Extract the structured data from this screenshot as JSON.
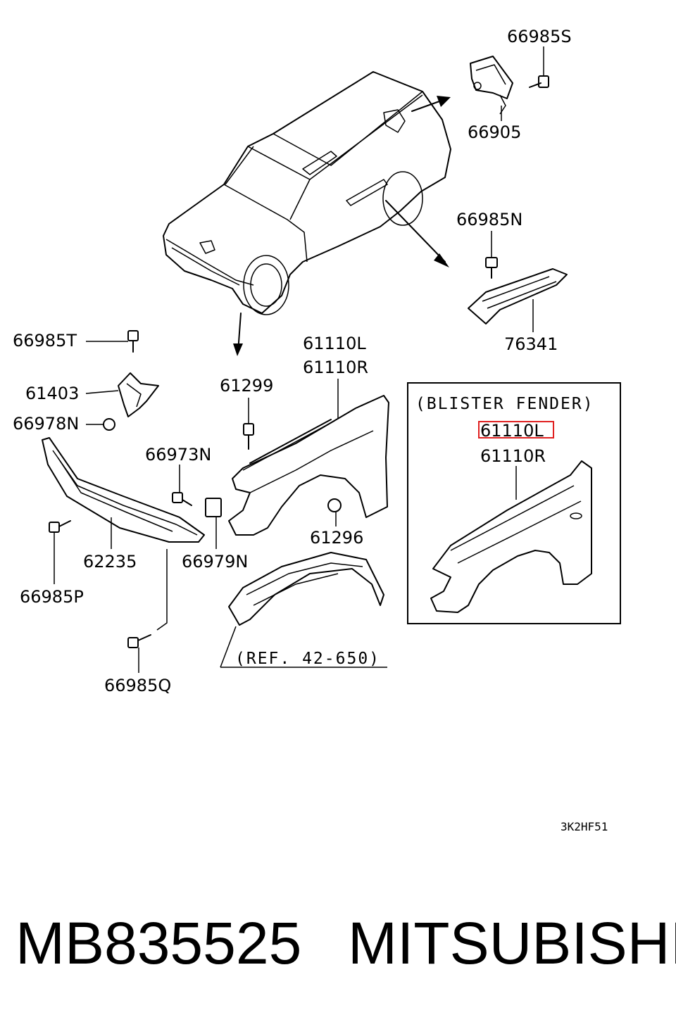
{
  "labels": {
    "p66985S": "66985S",
    "p66905": "66905",
    "p66985N": "66985N",
    "p76341": "76341",
    "p66985T": "66985T",
    "p61403": "61403",
    "p66978N": "66978N",
    "p61299": "61299",
    "p61110L_main": "61110L",
    "p61110R_main": "61110R",
    "p66973N": "66973N",
    "p62235": "62235",
    "p66979N": "66979N",
    "p61296": "61296",
    "p66985P": "66985P",
    "p66985Q": "66985Q",
    "blister_title": "(BLISTER FENDER)",
    "p61110L_blister": "61110L",
    "p61110R_blister": "61110R",
    "ref": "(REF. 42-650)",
    "diagram_code": "3K2HF51"
  },
  "highlight_color": "#e02020",
  "footer": {
    "part_number": "MB835525",
    "brand": "MITSUBISHI"
  }
}
